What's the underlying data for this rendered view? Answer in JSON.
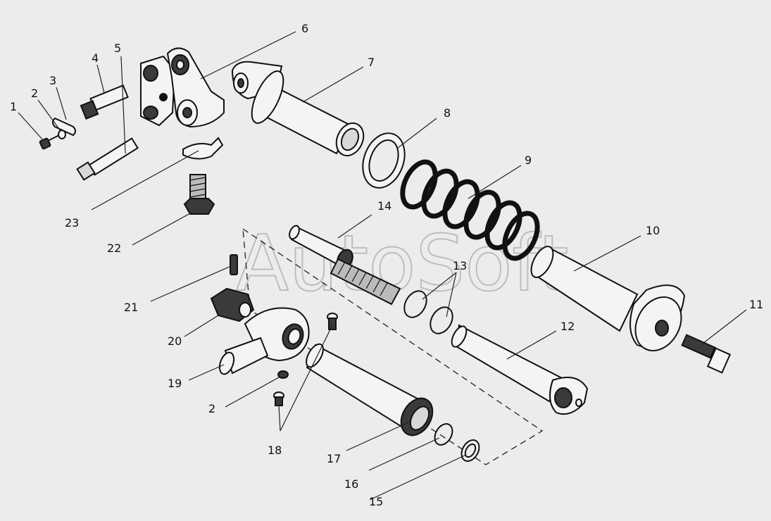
{
  "watermark": "AutoSoft",
  "callouts": {
    "c1": "1",
    "c2": "2",
    "c3": "3",
    "c4": "4",
    "c5": "5",
    "c6": "6",
    "c7": "7",
    "c8": "8",
    "c9": "9",
    "c10": "10",
    "c11": "11",
    "c12": "12",
    "c13": "13",
    "c14": "14",
    "c15": "15",
    "c16": "16",
    "c17": "17",
    "c18": "18",
    "c19": "19",
    "c20": "20",
    "c21": "21",
    "c22": "22",
    "c23": "23",
    "c2b": "2"
  }
}
